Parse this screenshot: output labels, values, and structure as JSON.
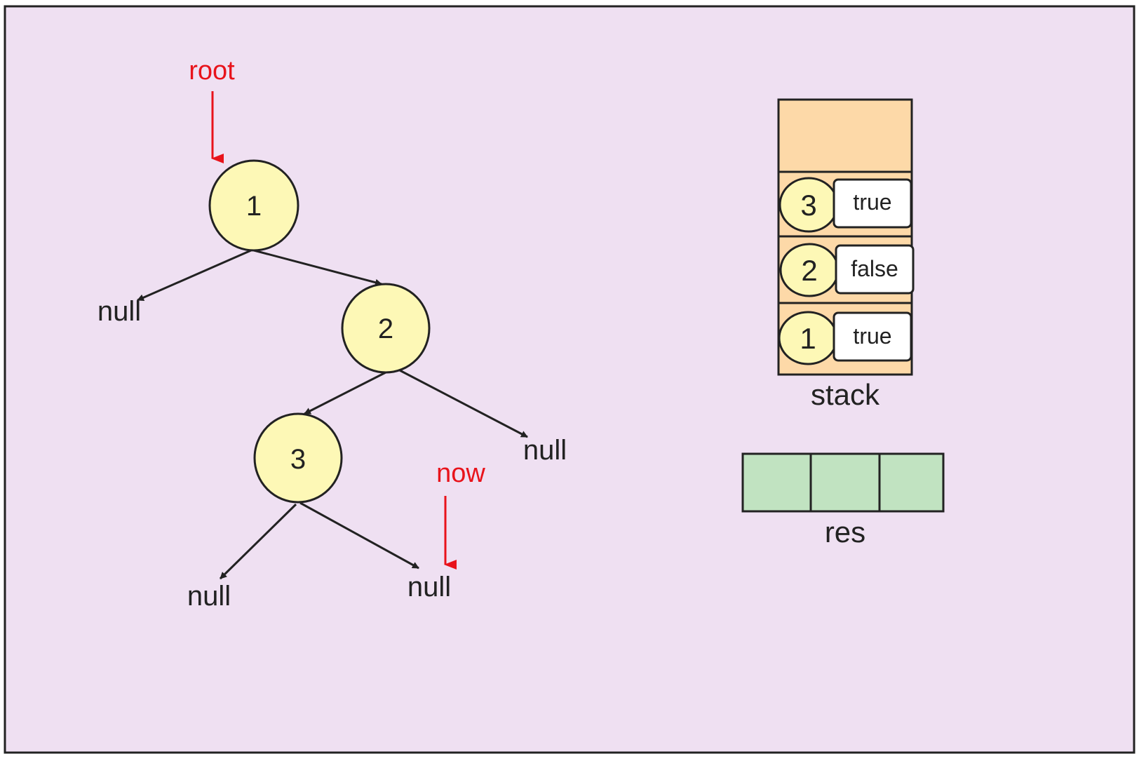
{
  "colors": {
    "canvas_bg": "#efe0f2",
    "node_fill": "#fdf8b6",
    "stack_fill": "#fdd9a8",
    "res_fill": "#c1e3c1",
    "pointer": "#e8131b",
    "stroke": "#222222"
  },
  "tree": {
    "nodes": [
      {
        "id": "n1",
        "label": "1"
      },
      {
        "id": "n2",
        "label": "2"
      },
      {
        "id": "n3",
        "label": "3"
      }
    ],
    "nulls": [
      {
        "id": "null-left-of-1",
        "label": "null"
      },
      {
        "id": "null-right-of-2",
        "label": "null"
      },
      {
        "id": "null-left-of-3",
        "label": "null"
      },
      {
        "id": "null-right-of-3",
        "label": "null"
      }
    ],
    "pointers": {
      "root": "root",
      "now": "now"
    }
  },
  "stack": {
    "label": "stack",
    "frames": [
      {
        "node": "3",
        "flag": "true"
      },
      {
        "node": "2",
        "flag": "false"
      },
      {
        "node": "1",
        "flag": "true"
      }
    ]
  },
  "res": {
    "label": "res",
    "cells": [
      "",
      "",
      ""
    ]
  }
}
